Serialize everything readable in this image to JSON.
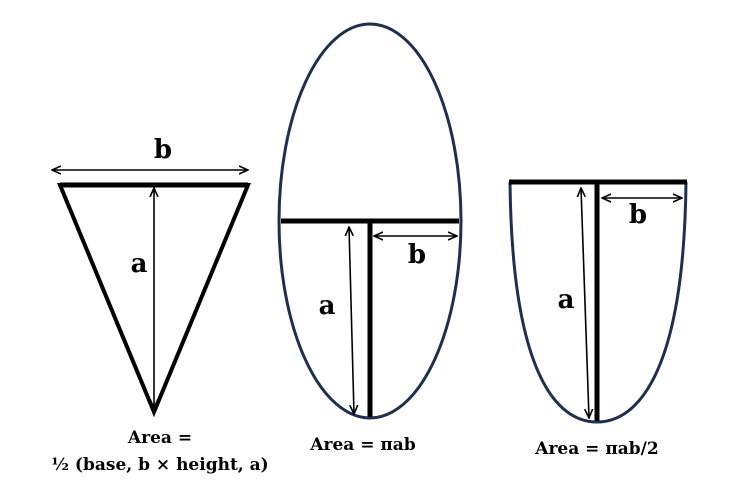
{
  "colors": {
    "ink": "#000000",
    "ellipse_outline": "#1f2f4f",
    "background": "#ffffff"
  },
  "triangle": {
    "label_b": "b",
    "label_a": "a",
    "caption_line1": "Area =",
    "caption_line2": "½ (base, b × height, a)"
  },
  "full_ellipse": {
    "label_b": "b",
    "label_a": "a",
    "caption": "Area = πab"
  },
  "half_ellipse": {
    "label_b": "b",
    "label_a": "a",
    "caption": "Area = πab/2"
  }
}
